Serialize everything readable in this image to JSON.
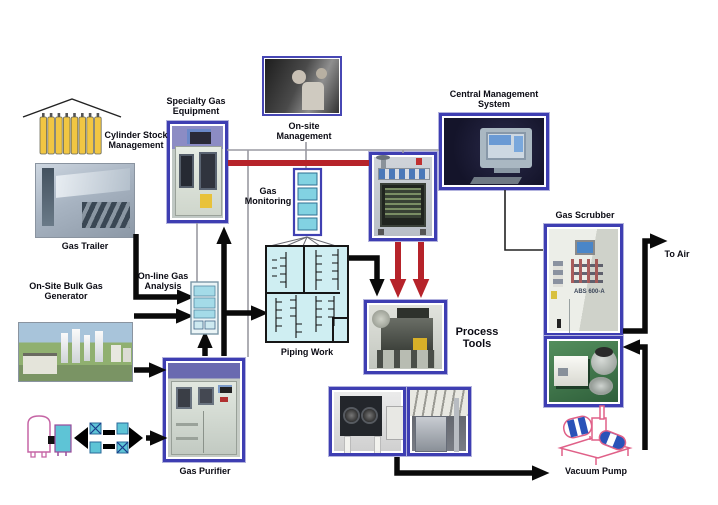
{
  "title": "Gas supply and management system diagram",
  "palette": {
    "frame_blue": "#3e3eb2",
    "signal_red": "#b6232a",
    "pipe_cyan": "#cfeef2",
    "cylinder_yellow": "#f1c643",
    "drawing_pink": "#d06a9c",
    "valve_cyan": "#5ec4d6"
  },
  "nodes": {
    "cylinder_stock": {
      "label": "Cylinder Stock\nManagement"
    },
    "gas_trailer": {
      "label": "Gas Trailer"
    },
    "specialty_gas": {
      "label": "Specialty Gas\nEquipment"
    },
    "onsite_mgmt": {
      "label": "On-site\nManagement"
    },
    "central_mgmt": {
      "label": "Central Management\nSystem"
    },
    "gas_monitoring": {
      "label": "Gas\nMonitoring"
    },
    "online_analysis": {
      "label": "On-line Gas\nAnalysis"
    },
    "bulk_generator": {
      "label": "On-Site Bulk Gas\nGenerator"
    },
    "piping_work": {
      "label": "Piping Work"
    },
    "gas_purifier": {
      "label": "Gas Purifier"
    },
    "process_tools": {
      "label": "Process\nTools"
    },
    "gas_scrubber": {
      "label": "Gas Scrubber",
      "panel_text": "ABS 600-A"
    },
    "vacuum_pump": {
      "label": "Vacuum Pump"
    },
    "to_air": {
      "label": "To Air"
    }
  },
  "connections": [
    "Gas Trailer -> On-line Gas Analysis",
    "On-Site Bulk Gas Generator -> On-line Gas Analysis",
    "On-Site Bulk Gas Generator -> Gas Purifier",
    "Trailer delivery -> Gas Purifier",
    "Gas Purifier -> On-line Gas Analysis",
    "Gas Purifier -> Specialty Gas Equipment",
    "On-line Gas Analysis -> Piping Work",
    "Piping Work -> Process Tools",
    "Specialty Gas Equipment -> monitoring network (red)",
    "Gas monitoring panel -> Process Tools (red)",
    "Gas Monitoring -> Piping Work",
    "Central Management System -> Gas Scrubber",
    "Process Tools -> Vacuum Pump",
    "Vacuum Pump -> Gas Scrubber",
    "Gas Scrubber -> To Air"
  ]
}
